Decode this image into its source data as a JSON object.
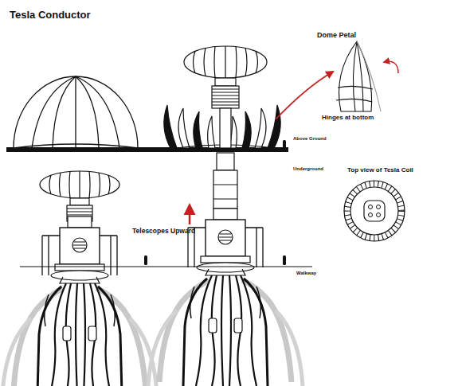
{
  "diagram": {
    "title": "Tesla Conductor",
    "labels": [
      "Dome Petal",
      "Hinges at bottom",
      "Above Ground",
      "Underground",
      "Top view of Tesla Coil",
      "Telescopes Upward",
      "Walkway"
    ]
  }
}
